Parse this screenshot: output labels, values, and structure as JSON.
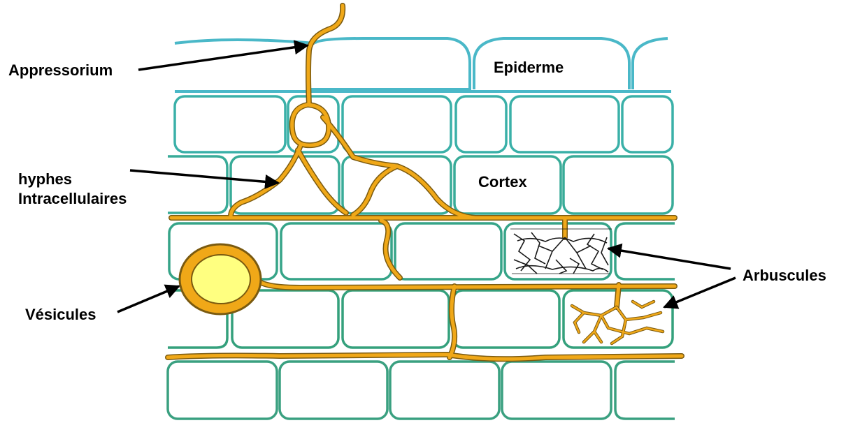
{
  "labels": {
    "appressorium": "Appressorium",
    "hyphes_line1": "hyphes",
    "hyphes_line2": "Intracellulaires",
    "vesicules": "Vésicules",
    "arbuscules": "Arbuscules",
    "epiderme": "Epiderme",
    "cortex": "Cortex"
  },
  "colors": {
    "epidermis": "#4ab8c8",
    "cortex_upper": "#3ab0a8",
    "cortex_lower": "#3aa080",
    "hyphae_fill": "#f0a818",
    "hyphae_outline": "#7a5a10",
    "vesicle_inner": "#ffff80",
    "arbuscule_dark": "#1a1a1a",
    "arrow": "#000000"
  }
}
